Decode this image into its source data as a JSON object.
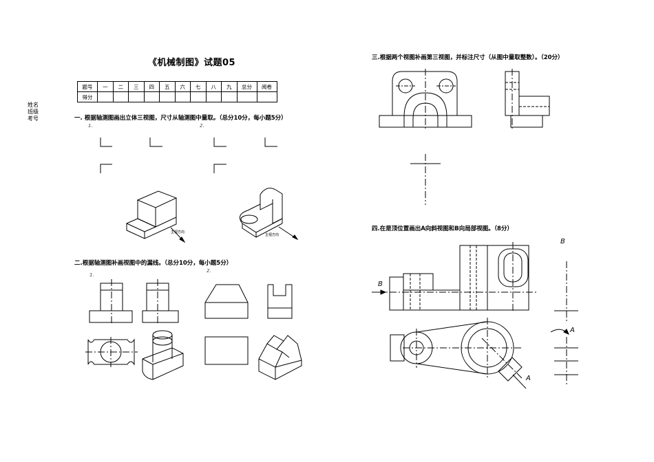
{
  "title": "《机械制图》试题05",
  "side_labels": [
    "姓名",
    "班级",
    "考号"
  ],
  "score_table": {
    "header": [
      "题号",
      "一",
      "二",
      "三",
      "四",
      "五",
      "六",
      "七",
      "八",
      "九",
      "总分",
      "阅卷"
    ],
    "row_label": "得分"
  },
  "questions": {
    "q1": "一. 根据轴测图画出立体三视图，尺寸从轴测图中量取。（总分10分，每小题5分）",
    "q2": "二.根据轴测图补画视图中的漏线。（总分10分，每小题5分）",
    "q3": "三.根据两个视图补画第三视图，并标注尺寸（从图中量取整数）。（20分）",
    "q4": "四.在是顶位置画出A向斜视图和B向局部视图。（8分）"
  },
  "sub_numbers": [
    "1.",
    "2.",
    "1.",
    "2."
  ],
  "view_direction_label": "主视方向",
  "view_labels": [
    "B",
    "B",
    "A",
    "A"
  ]
}
